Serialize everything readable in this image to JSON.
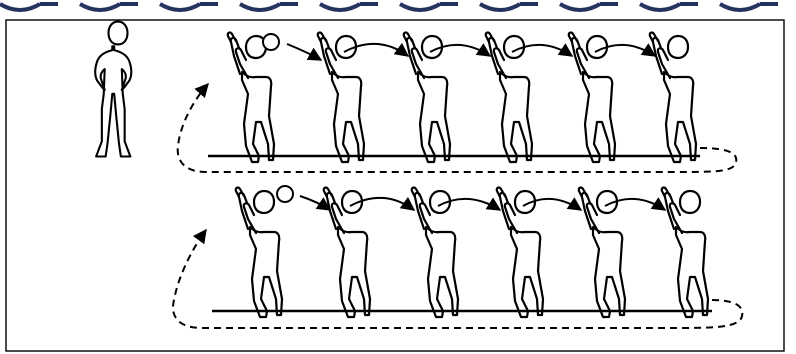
{
  "diagram": {
    "colors": {
      "ink": "#000000",
      "background": "#ffffff",
      "border_ornament": "#23325e"
    },
    "coach": {
      "icon": "standing-person-icon"
    },
    "rows": [
      {
        "players": 6,
        "ball": true,
        "return_path": "dashed-loop"
      },
      {
        "players": 6,
        "ball": true,
        "return_path": "dashed-loop"
      }
    ]
  }
}
